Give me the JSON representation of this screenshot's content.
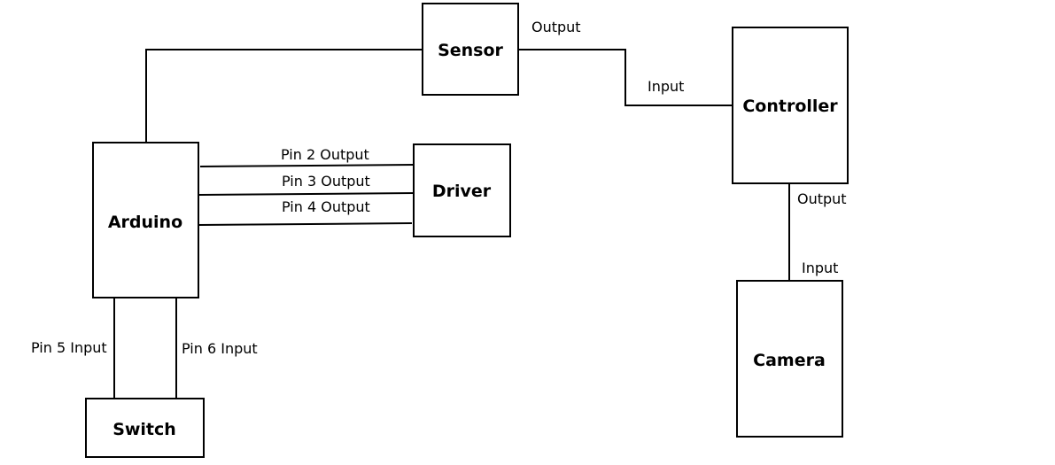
{
  "blocks": {
    "sensor": "Sensor",
    "controller": "Controller",
    "arduino": "Arduino",
    "driver": "Driver",
    "camera": "Camera",
    "switch": "Switch"
  },
  "connections": {
    "sensor_output": "Output",
    "controller_input": "Input",
    "controller_output": "Output",
    "camera_input": "Input",
    "pin2": "Pin 2 Output",
    "pin3": "Pin 3 Output",
    "pin4": "Pin 4 Output",
    "pin5": "Pin 5 Input",
    "pin6": "Pin 6 Input"
  }
}
